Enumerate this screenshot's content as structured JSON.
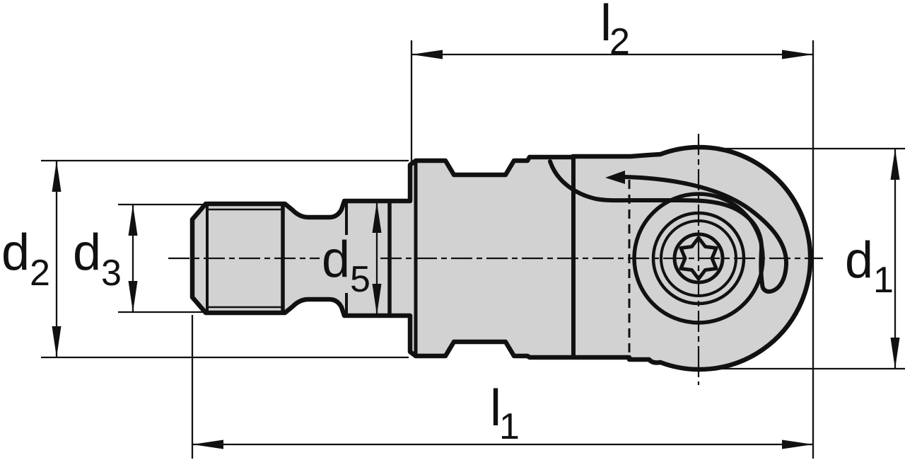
{
  "drawing": {
    "type": "technical-drawing",
    "description": "Side view engineering drawing of a modular milling cutter head (threaded shank, neck, collar, body and round cutting head with Torx clamping screw) with dimension callouts",
    "colors": {
      "part_fill": "#d2d2d2",
      "line": "#111111",
      "background": "#ffffff"
    },
    "dimensions": {
      "l2": {
        "base": "l",
        "sub": "2"
      },
      "l1": {
        "base": "l",
        "sub": "1"
      },
      "d2": {
        "base": "d",
        "sub": "2"
      },
      "d3": {
        "base": "d",
        "sub": "3"
      },
      "d5": {
        "base": "d",
        "sub": "5"
      },
      "d1": {
        "base": "d",
        "sub": "1"
      }
    }
  }
}
